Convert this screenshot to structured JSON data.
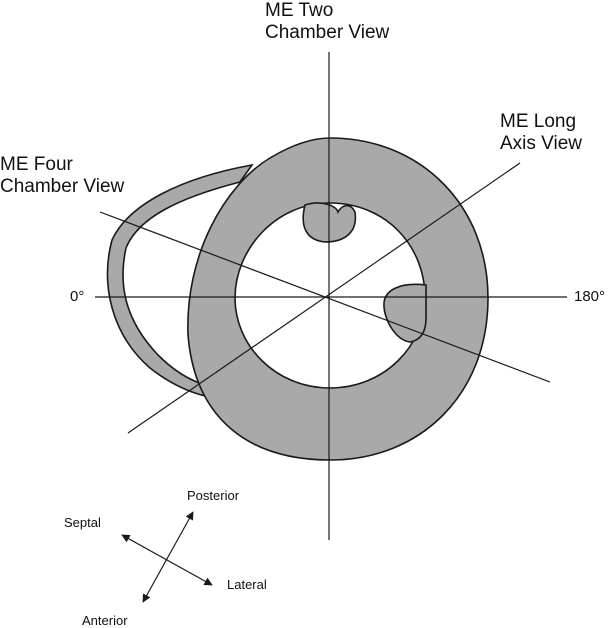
{
  "labels": {
    "me_two_chamber": [
      "ME Two",
      "Chamber View"
    ],
    "me_long_axis": [
      "ME Long",
      "Axis View"
    ],
    "me_four_chamber": [
      "ME Four",
      "Chamber View"
    ],
    "angle_0": "0°",
    "angle_180": "180°"
  },
  "orientation": {
    "posterior": "Posterior",
    "septal": "Septal",
    "lateral": "Lateral",
    "anterior": "Anterior"
  },
  "colors": {
    "tissue": "#a9a9a9",
    "line": "#1a1a1a",
    "background": "#ffffff"
  }
}
